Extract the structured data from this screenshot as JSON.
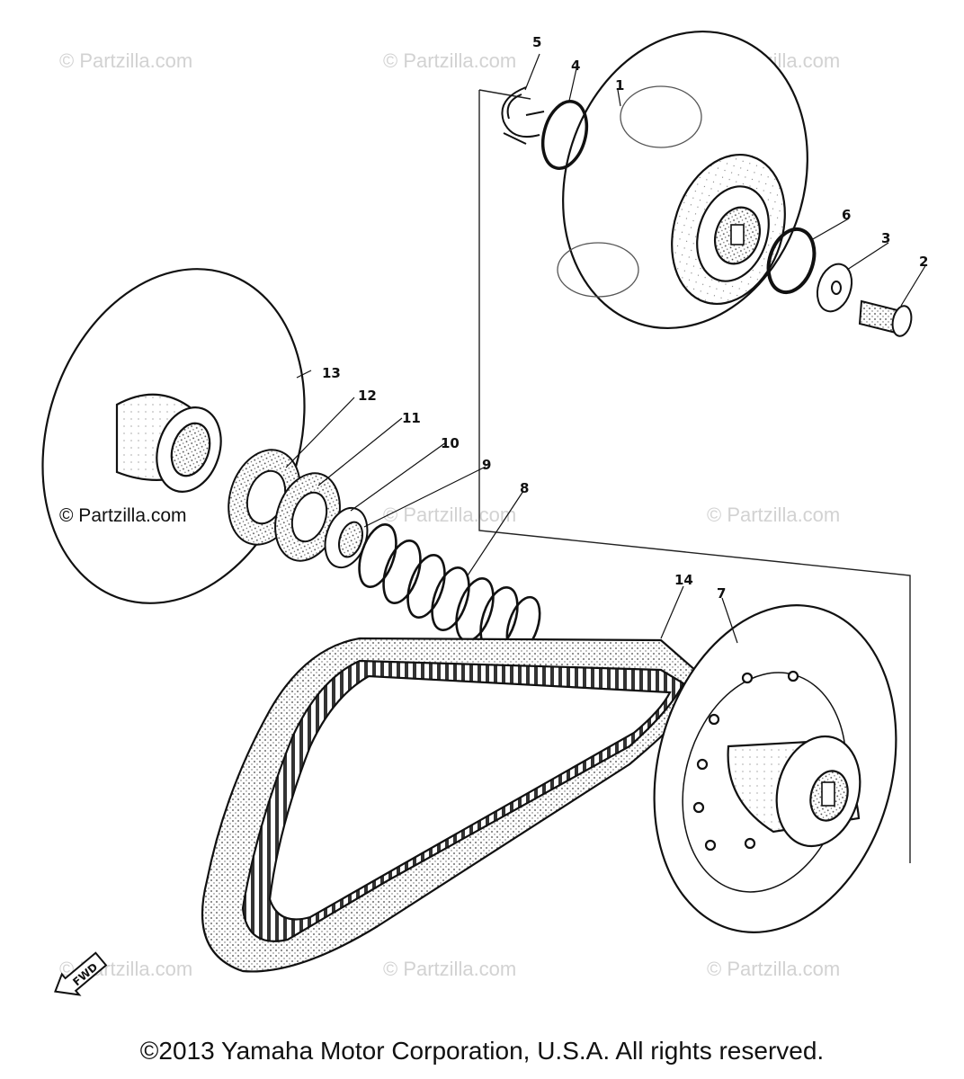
{
  "watermarks": {
    "light": "© Partzilla.com",
    "dark": "© Partzilla.com"
  },
  "callouts": [
    "1",
    "2",
    "3",
    "4",
    "5",
    "6",
    "7",
    "8",
    "9",
    "10",
    "11",
    "12",
    "13",
    "14"
  ],
  "fwd_label": "FWD",
  "copyright": "©2013 Yamaha Motor Corporation, U.S.A. All rights reserved."
}
